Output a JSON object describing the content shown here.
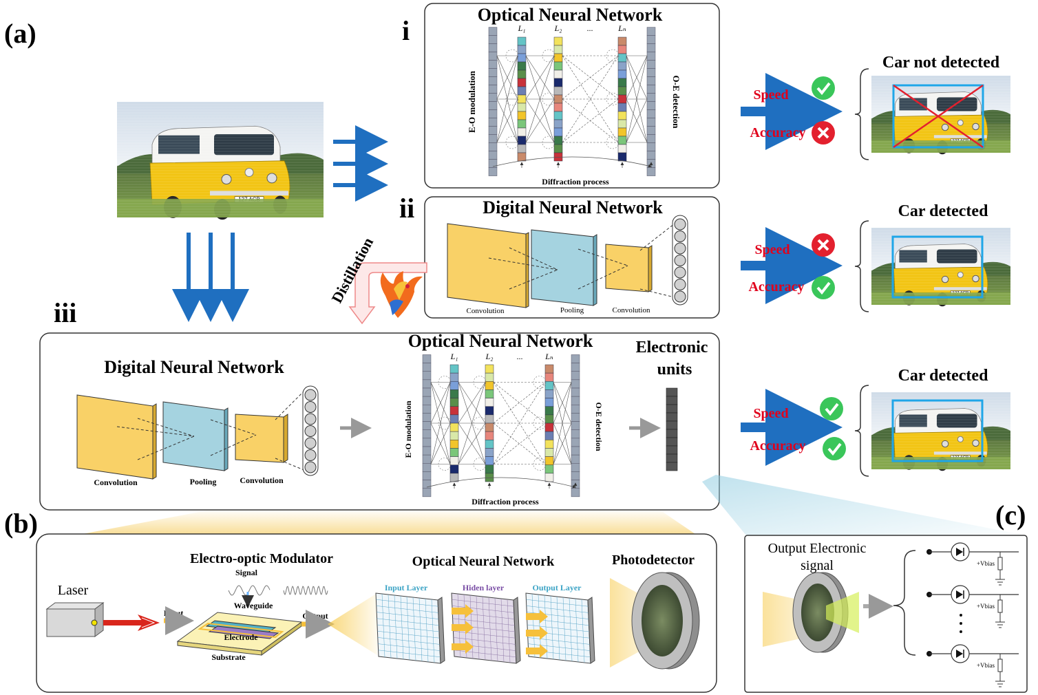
{
  "panels": {
    "a": "(a)",
    "b": "(b)",
    "c": "(c)",
    "i": "i",
    "ii": "ii",
    "iii": "iii"
  },
  "onn_top": {
    "title": "Optical Neural Network",
    "left_label": "E-O modulation",
    "right_label": "O-E detection",
    "bottom_label": "Diffraction process",
    "layer_labels": [
      "L₁",
      "L₂",
      "...",
      "Lₙ"
    ]
  },
  "dnn_mid": {
    "title": "Digital Neural Network",
    "layers": [
      "Convolution",
      "Pooling",
      "Convolution"
    ]
  },
  "distillation": "Distillation",
  "hybrid": {
    "dnn_title": "Digital Neural Network",
    "dnn_layers": [
      "Convolution",
      "Pooling",
      "Convolution"
    ],
    "onn_title": "Optical Neural Network",
    "onn_left": "E-O modulation",
    "onn_right": "O-E detection",
    "onn_bottom": "Diffraction process",
    "onn_layers": [
      "L₁",
      "L₂",
      "...",
      "Lₙ"
    ],
    "elec_title_1": "Electronic",
    "elec_title_2": "units"
  },
  "results": [
    {
      "speed": "Speed",
      "accuracy": "Accuracy",
      "speed_ok": true,
      "acc_ok": false,
      "label": "Car not detected"
    },
    {
      "speed": "Speed",
      "accuracy": "Accuracy",
      "speed_ok": false,
      "acc_ok": true,
      "label": "Car detected"
    },
    {
      "speed": "Speed",
      "accuracy": "Accuracy",
      "speed_ok": true,
      "acc_ok": true,
      "label": "Car detected"
    }
  ],
  "car_plate": "127 ACB",
  "hardware": {
    "laser": "Laser",
    "eom_title": "Electro-optic Modulator",
    "signal": "Signal",
    "waveguide": "Waveguide",
    "electrode": "Electrode",
    "substrate": "Substrate",
    "input": "Input",
    "output": "Output",
    "onn_title": "Optical Neural Network",
    "input_layer": "Input Layer",
    "hidden_layer": "Hiden layer",
    "output_layer": "Output Layer",
    "photodetector": "Photodetector"
  },
  "circuit": {
    "title_1": "Output Electronic",
    "title_2": "signal",
    "vbias": "+Vbias"
  },
  "colors": {
    "blue_arrow": "#1f6fc0",
    "red_text": "#e0001b",
    "green_check": "#3ac65a",
    "red_cross": "#e3202e",
    "yellow_conv": "#f9d167",
    "teal_pool": "#a5d3e0",
    "detect_box": "#1fa6e8"
  }
}
